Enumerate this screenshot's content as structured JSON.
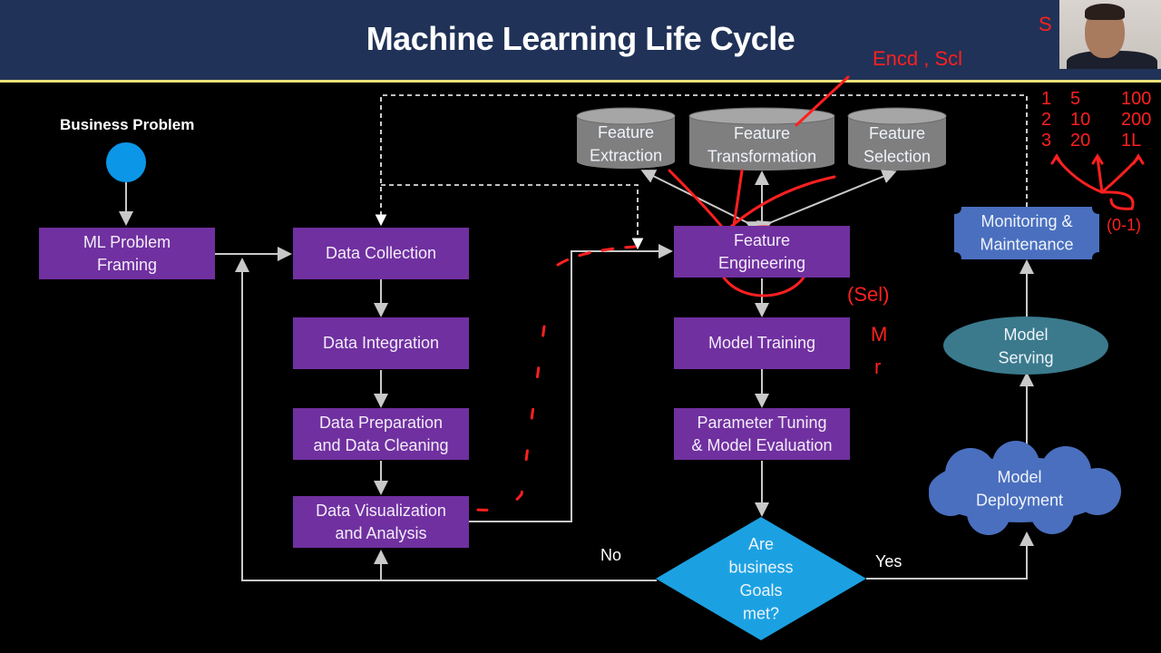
{
  "slide": {
    "title": "Machine Learning Life Cycle",
    "start_label": "Business Problem",
    "colors": {
      "header_bg": "#203257",
      "header_rule": "#e8e27a",
      "process_box": "#7030a0",
      "cylinder": "#7f7f7f",
      "decision": "#1ba1e2",
      "deployment_blue": "#4a6fbf",
      "serving_teal": "#3a7a8c",
      "annotation_red": "#ff2020"
    }
  },
  "nodes": {
    "start": "Business Problem",
    "ml_problem_framing": "ML Problem\nFraming",
    "data_collection": "Data Collection",
    "data_integration": "Data Integration",
    "data_preparation": "Data Preparation\nand Data Cleaning",
    "data_visualization": "Data Visualization\nand Analysis",
    "feature_extraction": "Feature\nExtraction",
    "feature_transformation": "Feature\nTransformation",
    "feature_selection": "Feature\nSelection",
    "feature_engineering": "Feature\nEngineering",
    "model_training": "Model Training",
    "parameter_tuning": "Parameter Tuning\n& Model Evaluation",
    "decision": "Are\nbusiness\nGoals\nmet?",
    "model_deployment": "Model\nDeployment",
    "model_serving": "Model\nServing",
    "monitoring": "Monitoring &\nMaintenance"
  },
  "edge_labels": {
    "no": "No",
    "yes": "Yes"
  },
  "annotations": {
    "top_note": "Encd , Scl",
    "side_note_1": "(Sel)",
    "side_note_2": "M",
    "side_note_3": "r",
    "column_header": "S",
    "table": [
      [
        "1",
        "5",
        "100"
      ],
      [
        "2",
        "10",
        "200"
      ],
      [
        "3",
        "20",
        "1L"
      ]
    ],
    "range_note": "(0-1)"
  }
}
